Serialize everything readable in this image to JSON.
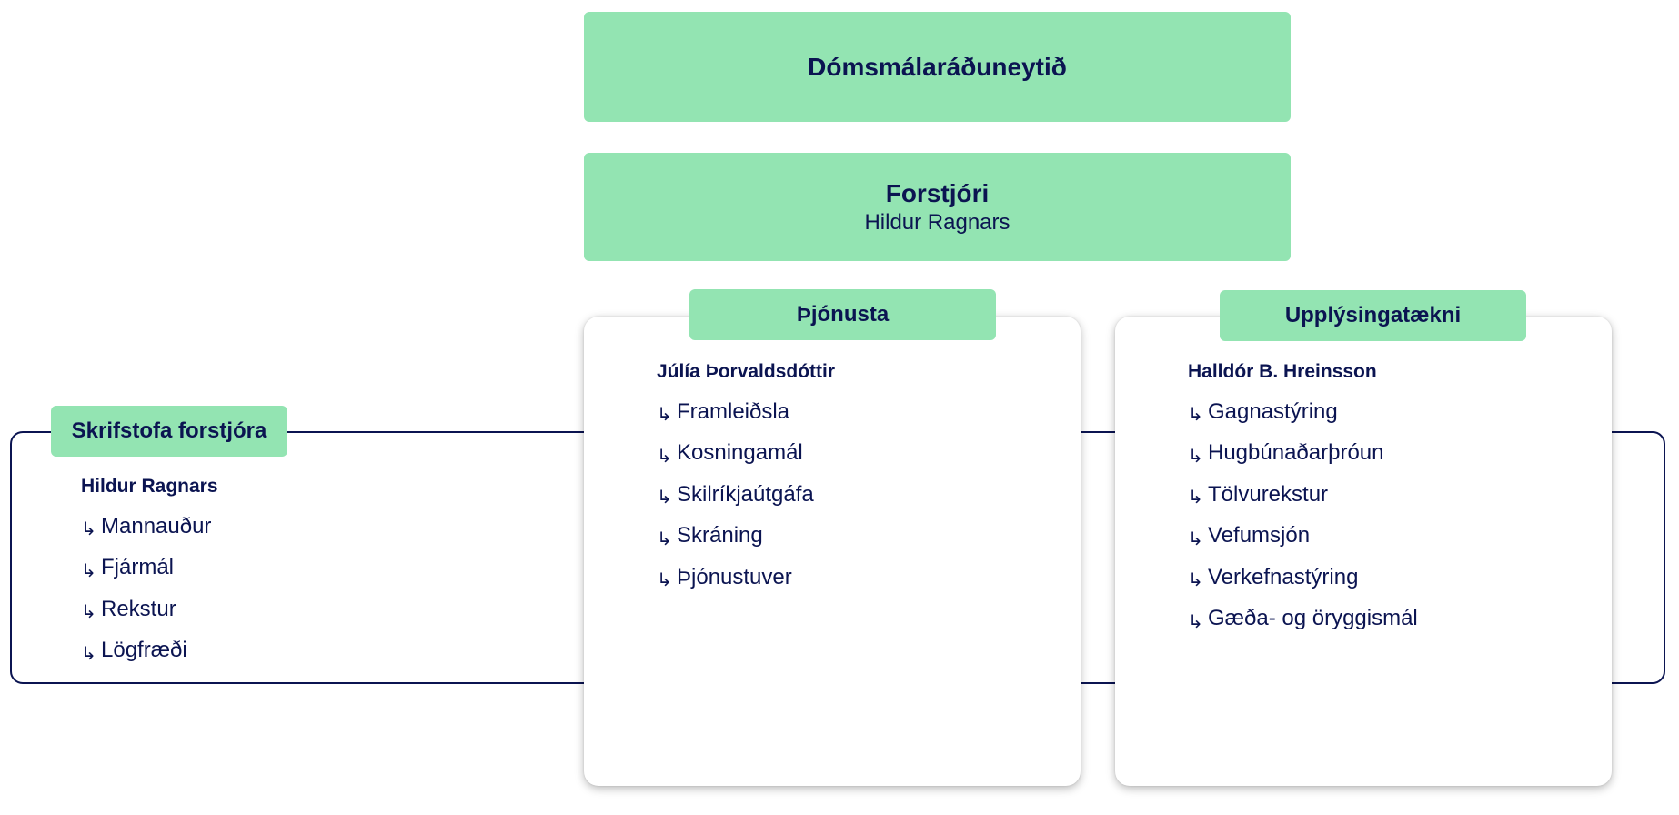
{
  "ministry": {
    "title": "Dómsmálaráðuneytið"
  },
  "director": {
    "title": "Forstjóri",
    "name": "Hildur Ragnars"
  },
  "units": [
    {
      "title": "Þjónusta",
      "head": "Júlía Þorvaldsdóttir",
      "items": [
        "Framleiðsla",
        "Kosningamál",
        "Skilríkjaútgáfa",
        "Skráning",
        "Þjónustuver"
      ]
    },
    {
      "title": "Upplýsingatækni",
      "head": "Halldór B. Hreinsson",
      "items": [
        "Gagnastýring",
        "Hugbúnaðarþróun",
        "Tölvurekstur",
        "Vefumsjón",
        "Verkefnastýring",
        "Gæða- og öryggismál"
      ]
    },
    {
      "title": "Skrifstofa forstjóra",
      "head": "Hildur Ragnars",
      "items": [
        "Mannauður",
        "Fjármál",
        "Rekstur",
        "Lögfræði"
      ]
    }
  ],
  "arrow_glyph": "↳",
  "colors": {
    "box_green": "#93e4b2",
    "text_navy": "#0b1451"
  }
}
